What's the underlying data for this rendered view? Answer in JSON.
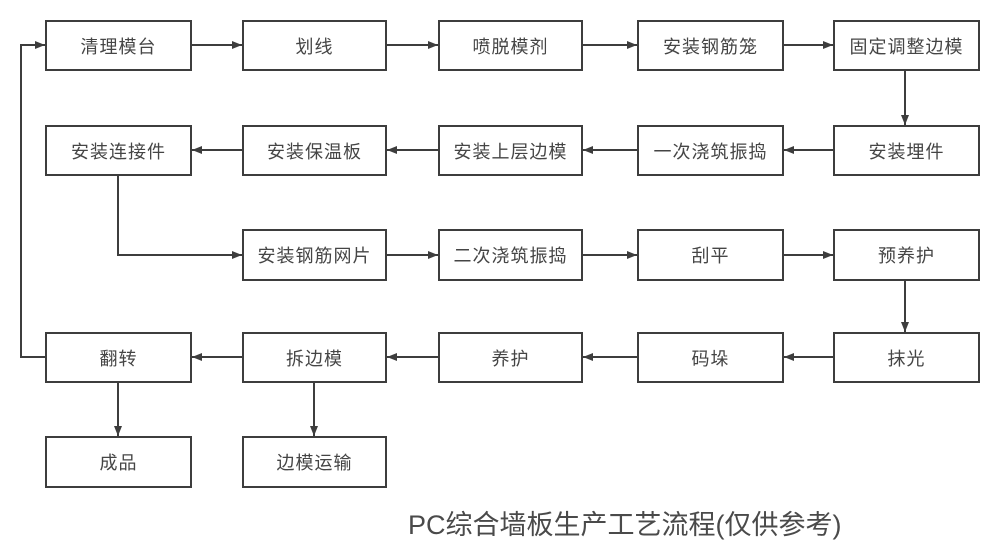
{
  "diagram": {
    "caption": "PC综合墙板生产工艺流程(仅供参考)",
    "colors": {
      "box_fill": "#ffffff",
      "box_border": "#3d3d3d",
      "line": "#3d3d3d",
      "text": "#454545",
      "background": "#ffffff"
    },
    "nodes": [
      {
        "id": "clean-mold-table",
        "label": "清理模台"
      },
      {
        "id": "scribing",
        "label": "划线"
      },
      {
        "id": "spray-release-agent",
        "label": "喷脱模剂"
      },
      {
        "id": "install-rebar-cage",
        "label": "安装钢筋笼"
      },
      {
        "id": "fix-adjust-side-molds",
        "label": "固定调整边模"
      },
      {
        "id": "install-connectors",
        "label": "安装连接件"
      },
      {
        "id": "install-insulation",
        "label": "安装保温板"
      },
      {
        "id": "install-upper-molds",
        "label": "安装上层边模"
      },
      {
        "id": "first-pour-vibrate",
        "label": "一次浇筑振捣"
      },
      {
        "id": "install-embedded-parts",
        "label": "安装埋件"
      },
      {
        "id": "install-rebar-mesh",
        "label": "安装钢筋网片"
      },
      {
        "id": "second-pour-vibrate",
        "label": "二次浇筑振捣"
      },
      {
        "id": "screeding",
        "label": "刮平"
      },
      {
        "id": "pre-curing",
        "label": "预养护"
      },
      {
        "id": "flipping",
        "label": "翻转"
      },
      {
        "id": "remove-side-molds",
        "label": "拆边模"
      },
      {
        "id": "curing",
        "label": "养护"
      },
      {
        "id": "stacking",
        "label": "码垛"
      },
      {
        "id": "troweling",
        "label": "抹光"
      },
      {
        "id": "finished-product",
        "label": "成品"
      },
      {
        "id": "side-mold-transport",
        "label": "边模运输"
      }
    ],
    "edges": [
      {
        "from": "清理模台",
        "to": "划线"
      },
      {
        "from": "划线",
        "to": "喷脱模剂"
      },
      {
        "from": "喷脱模剂",
        "to": "安装钢筋笼"
      },
      {
        "from": "安装钢筋笼",
        "to": "固定调整边模"
      },
      {
        "from": "固定调整边模",
        "to": "安装埋件"
      },
      {
        "from": "安装埋件",
        "to": "一次浇筑振捣"
      },
      {
        "from": "一次浇筑振捣",
        "to": "安装上层边模"
      },
      {
        "from": "安装上层边模",
        "to": "安装保温板"
      },
      {
        "from": "安装保温板",
        "to": "安装连接件"
      },
      {
        "from": "安装连接件",
        "to": "安装钢筋网片"
      },
      {
        "from": "安装钢筋网片",
        "to": "二次浇筑振捣"
      },
      {
        "from": "二次浇筑振捣",
        "to": "刮平"
      },
      {
        "from": "刮平",
        "to": "预养护"
      },
      {
        "from": "预养护",
        "to": "抹光"
      },
      {
        "from": "抹光",
        "to": "码垛"
      },
      {
        "from": "码垛",
        "to": "养护"
      },
      {
        "from": "养护",
        "to": "拆边模"
      },
      {
        "from": "拆边模",
        "to": "翻转"
      },
      {
        "from": "翻转",
        "to": "清理模台"
      },
      {
        "from": "翻转",
        "to": "成品"
      },
      {
        "from": "拆边模",
        "to": "边模运输"
      }
    ]
  }
}
